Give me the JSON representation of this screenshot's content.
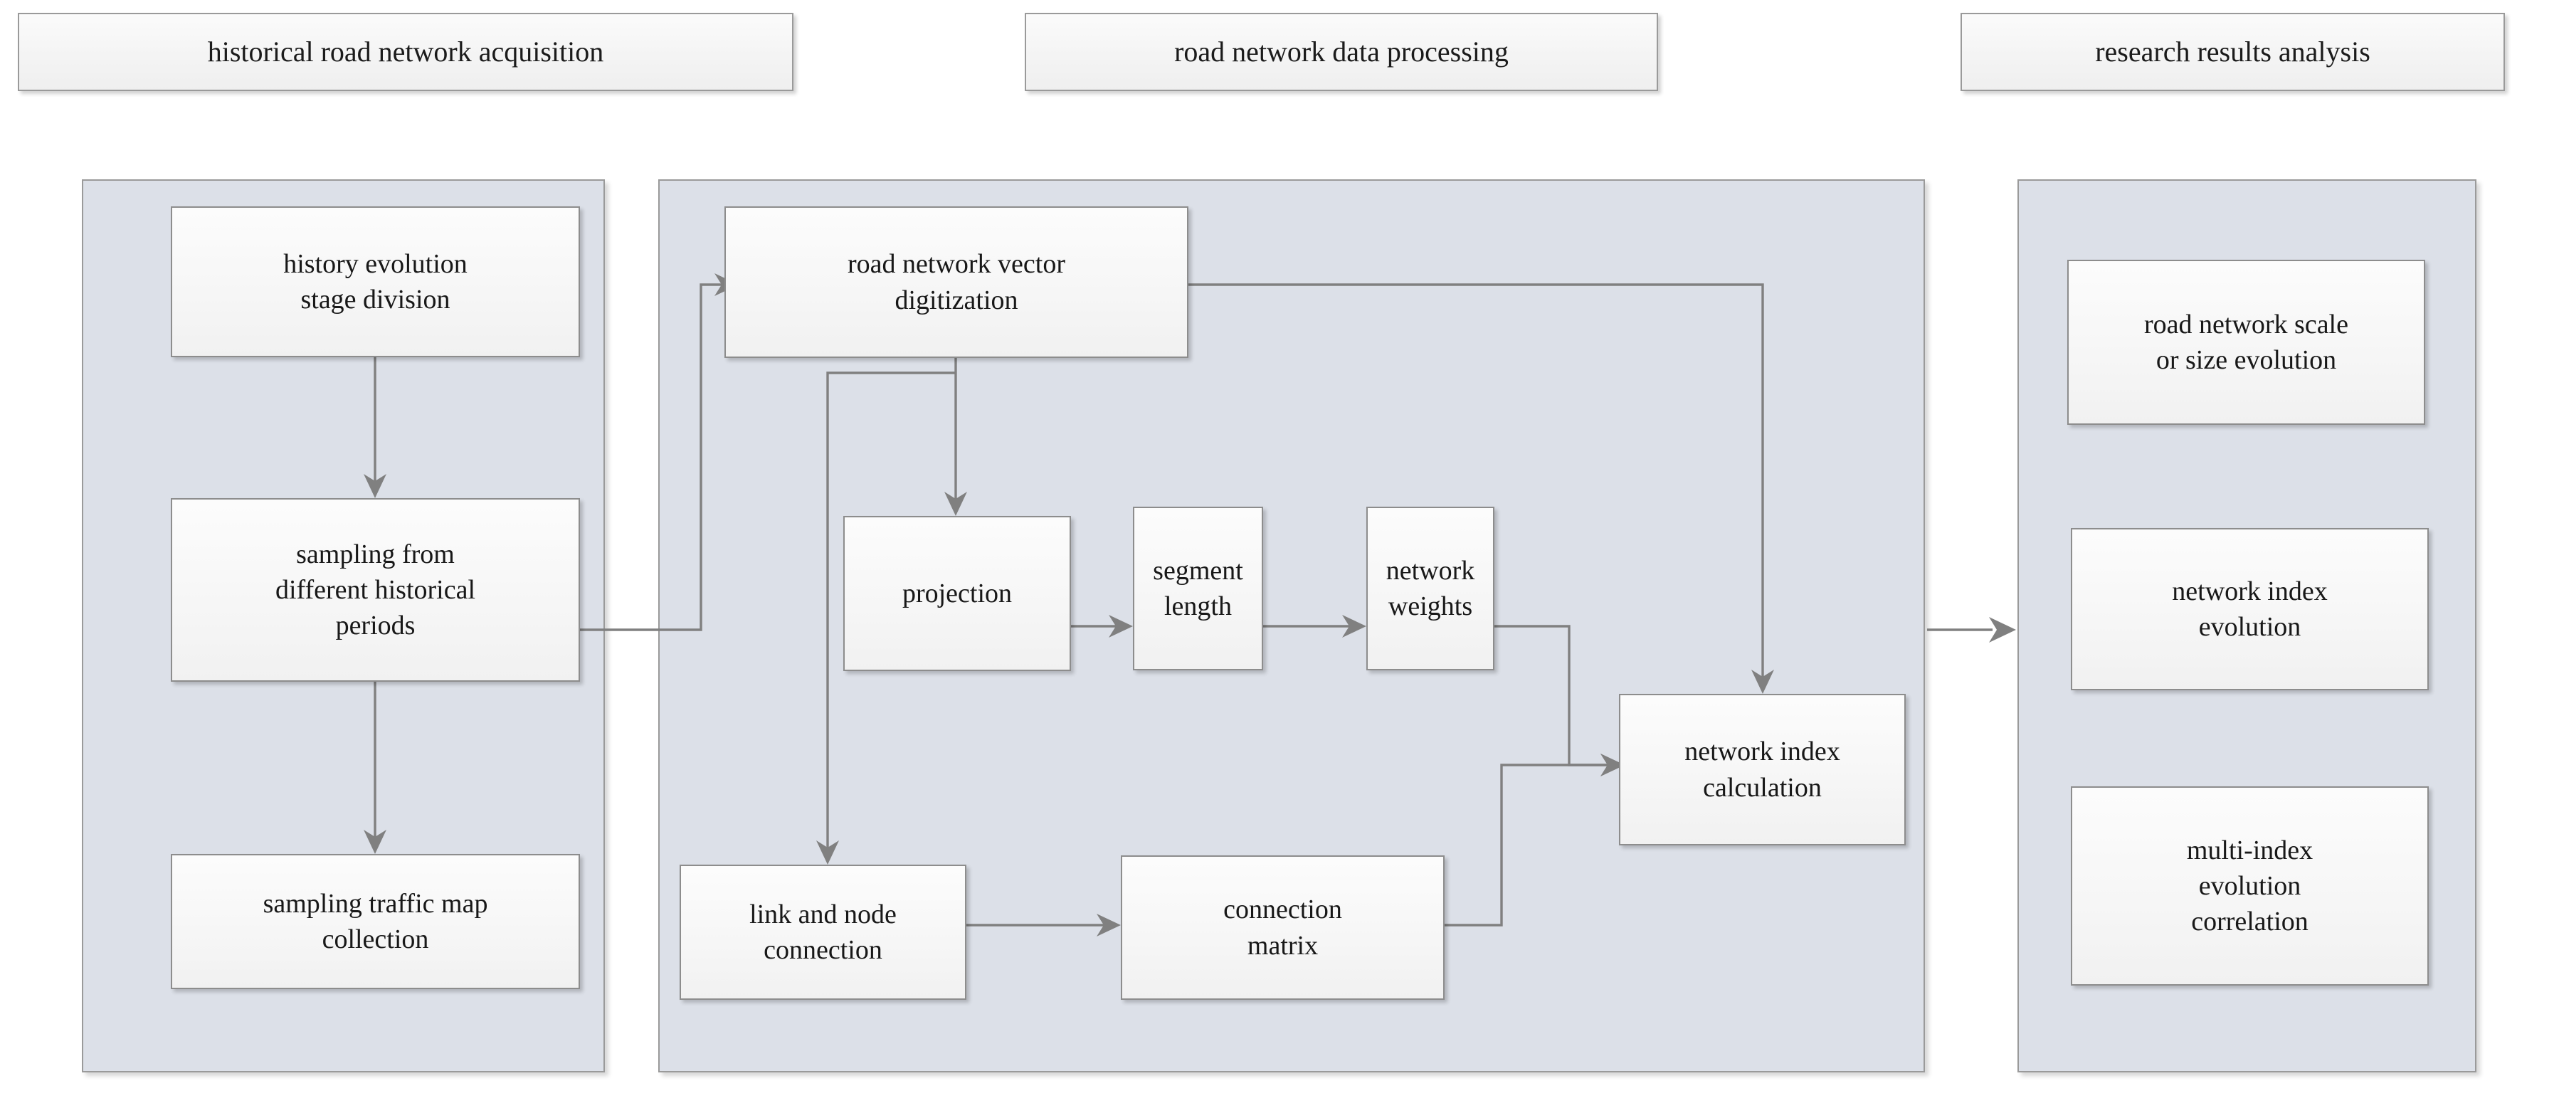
{
  "diagram": {
    "title": "research framework flowchart",
    "palette": {
      "panel_fill": "#dce0e8",
      "node_fill": "#f7f7f7",
      "border": "#8d8d8d",
      "connector": "#808080",
      "page_background": "#ffffff",
      "text": "#181818"
    }
  },
  "headers": [
    {
      "id": "header-acquisition",
      "label": "historical road network acquisition"
    },
    {
      "id": "header-processing",
      "label": "road network data processing"
    },
    {
      "id": "header-analysis",
      "label": "research results analysis"
    }
  ],
  "panels": [
    {
      "id": "panel-acquisition",
      "name": "historical road network acquisition group"
    },
    {
      "id": "panel-processing",
      "name": "road network data processing group"
    },
    {
      "id": "panel-analysis",
      "name": "research results analysis group"
    }
  ],
  "nodes": {
    "stage_division": "history evolution\nstage division",
    "sampling_periods": "sampling from\ndifferent historical\nperiods",
    "map_collection": "sampling traffic map\ncollection",
    "vector_digitization": "road network vector\ndigitization",
    "projection": "projection",
    "segment_length": "segment\nlength",
    "network_weights": "network\nweights",
    "link_node": "link and node\nconnection",
    "connection_matrix": "connection\nmatrix",
    "index_calculation": "network index\ncalculation",
    "scale_evolution": "road network scale\nor size evolution",
    "index_evolution": "network index\nevolution",
    "multi_index": "multi-index\nevolution\ncorrelation"
  },
  "flows": [
    {
      "from": "history evolution stage division",
      "to": "sampling from different historical periods"
    },
    {
      "from": "sampling from different historical periods",
      "to": "sampling traffic map collection"
    },
    {
      "from": "sampling from different historical periods",
      "to": "road network vector digitization"
    },
    {
      "from": "road network vector digitization",
      "to": "projection"
    },
    {
      "from": "road network vector digitization",
      "to": "link and node connection"
    },
    {
      "from": "road network vector digitization",
      "to": "network index calculation"
    },
    {
      "from": "projection",
      "to": "segment length"
    },
    {
      "from": "segment length",
      "to": "network weights"
    },
    {
      "from": "network weights",
      "to": "network index calculation"
    },
    {
      "from": "link and node connection",
      "to": "connection matrix"
    },
    {
      "from": "connection matrix",
      "to": "network index calculation"
    },
    {
      "from": "road network data processing",
      "to": "research results analysis"
    }
  ]
}
